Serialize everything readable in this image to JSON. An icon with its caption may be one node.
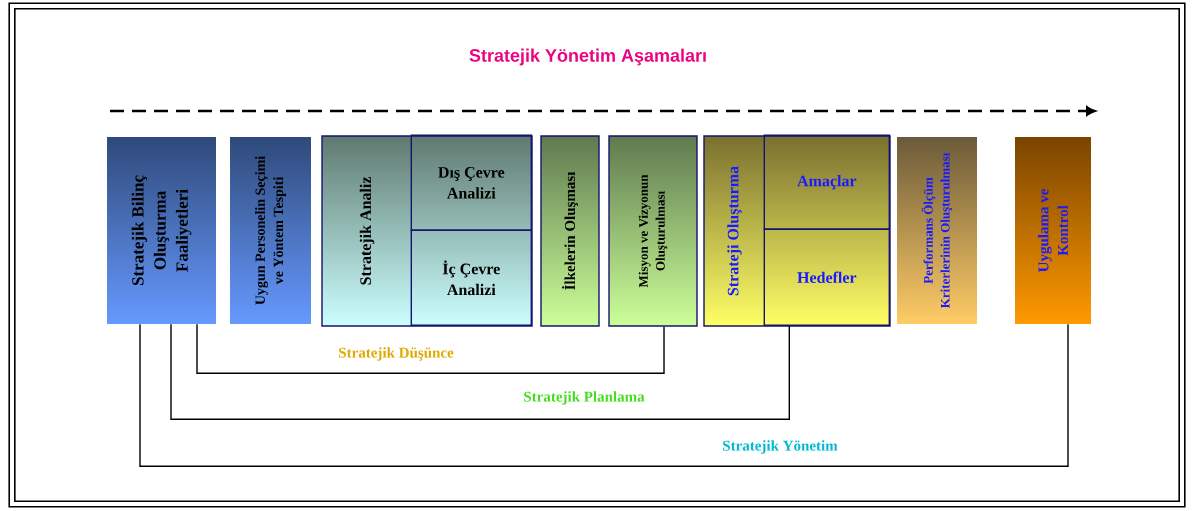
{
  "diagram": {
    "title": "Stratejik Yönetim Aşamaları",
    "nodes": [
      {
        "text": [
          "Stratejik Bilinç Oluşturma Faaliyetleri"
        ]
      },
      {
        "text": [
          "Uygun Personelin Seçimi ve Yöntem Tespiti"
        ]
      },
      {
        "text": [
          "Stratejik Analiz"
        ]
      },
      {
        "text": [
          "Dış Çevre Analizi"
        ],
        "in": 2
      },
      {
        "text": [
          "İç Çevre Analizi"
        ],
        "in": 2
      },
      {
        "text": [
          "İlkelerin Oluşması"
        ]
      },
      {
        "text": [
          "Misyon ve Vizyonun Oluşturulması"
        ]
      },
      {
        "text": [
          "Strateji Oluşturma"
        ]
      },
      {
        "text": [
          "Amaçlar"
        ],
        "in": 7
      },
      {
        "text": [
          "Hedefler"
        ],
        "in": 7
      },
      {
        "text": [
          "Performans Ölçüm Kriterlerinin Oluşturulması"
        ]
      },
      {
        "text": [
          "Uygulama ve Kontrol"
        ]
      }
    ],
    "edges": [
      {
        "from": 0,
        "to": 6,
        "arrow": "none",
        "label": "Stratejik Düşünce"
      },
      {
        "from": 0,
        "to": 9,
        "arrow": "none",
        "label": "Stratejik Planlama"
      },
      {
        "from": 0,
        "to": 11,
        "arrow": "none",
        "label": "Stratejik Yönetim"
      }
    ]
  }
}
